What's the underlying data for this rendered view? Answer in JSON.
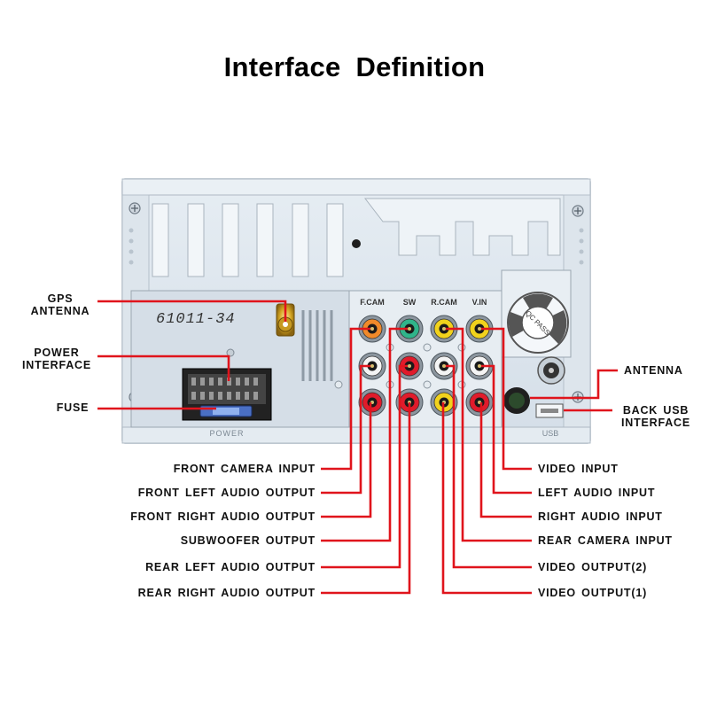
{
  "title": "Interface  Definition",
  "device": {
    "board_code": "61011-34",
    "qc_sticker": "QC PASS",
    "av_headers": [
      "F.CAM",
      "SW",
      "R.CAM",
      "V.IN"
    ],
    "power_label": "POWER",
    "usb_label": "USB"
  },
  "labels_left_top": [
    {
      "id": "gps",
      "lines": [
        "GPS",
        "ANTENNA"
      ]
    },
    {
      "id": "power",
      "lines": [
        "POWER",
        "INTERFACE"
      ]
    },
    {
      "id": "fuse",
      "lines": [
        "FUSE"
      ]
    }
  ],
  "labels_right_top": [
    {
      "id": "antenna",
      "lines": [
        "ANTENNA"
      ]
    },
    {
      "id": "usb",
      "lines": [
        "BACK USB",
        "INTERFACE"
      ]
    }
  ],
  "labels_left_bottom": [
    "FRONT CAMERA INPUT",
    "FRONT LEFT AUDIO OUTPUT",
    "FRONT RIGHT AUDIO OUTPUT",
    "SUBWOOFER OUTPUT",
    "REAR LEFT AUDIO OUTPUT",
    "REAR RIGHT AUDIO OUTPUT"
  ],
  "labels_right_bottom": [
    "VIDEO INPUT",
    "LEFT AUDIO INPUT",
    "RIGHT AUDIO INPUT",
    "REAR CAMERA INPUT",
    "VIDEO OUTPUT(2)",
    "VIDEO OUTPUT(1)"
  ],
  "colors": {
    "leader": "#e0141c",
    "panel": "#dde6ee",
    "panel_edge": "#aeb9c4",
    "rca_orange": "#f08a2a",
    "rca_green": "#2fb48a",
    "rca_yellow": "#f1d21c",
    "rca_white": "#f4f4f4",
    "rca_red": "#e01b2b"
  }
}
